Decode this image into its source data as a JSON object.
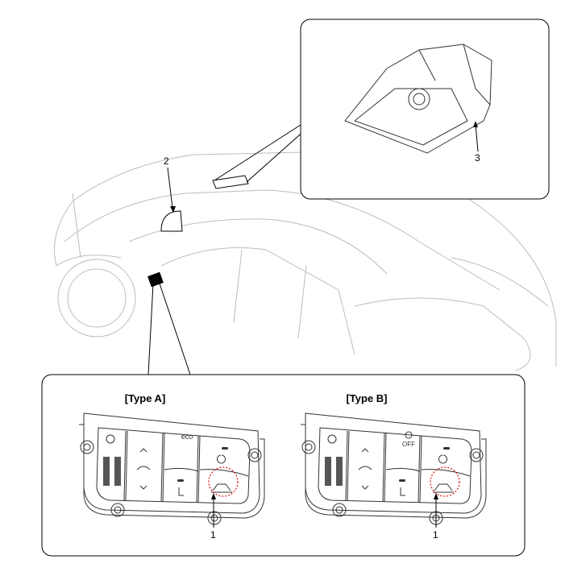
{
  "callouts": {
    "switch_label": "1",
    "sensor_label": "2",
    "camera_label": "3"
  },
  "type_a": {
    "title": "[Type A]",
    "button_text": "eco",
    "callout": "1"
  },
  "type_b": {
    "title": "[Type B]",
    "button_text": "OFF",
    "callout": "1"
  },
  "colors": {
    "highlight": "#e02020",
    "line": "#000000",
    "car": "#bdbdbd"
  }
}
